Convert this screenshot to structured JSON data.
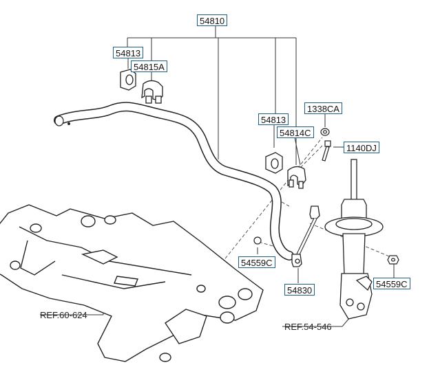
{
  "diagram": {
    "labels": {
      "stabilizer_bar_assy": "54810",
      "bushing_left": "54813",
      "bracket_left": "54815A",
      "bushing_right": "54813",
      "bracket_right": "54814C",
      "nut_top": "1338CA",
      "bolt": "1140DJ",
      "nut_left_link": "54559C",
      "stabilizer_link": "54830",
      "nut_strut": "54559C"
    },
    "references": {
      "crossmember": "REF.60-624",
      "strut": "REF.54-546"
    },
    "colors": {
      "label_border": "#1a5f86",
      "line": "#333333",
      "part_fill": "#ffffff",
      "part_stroke": "#222222"
    }
  }
}
